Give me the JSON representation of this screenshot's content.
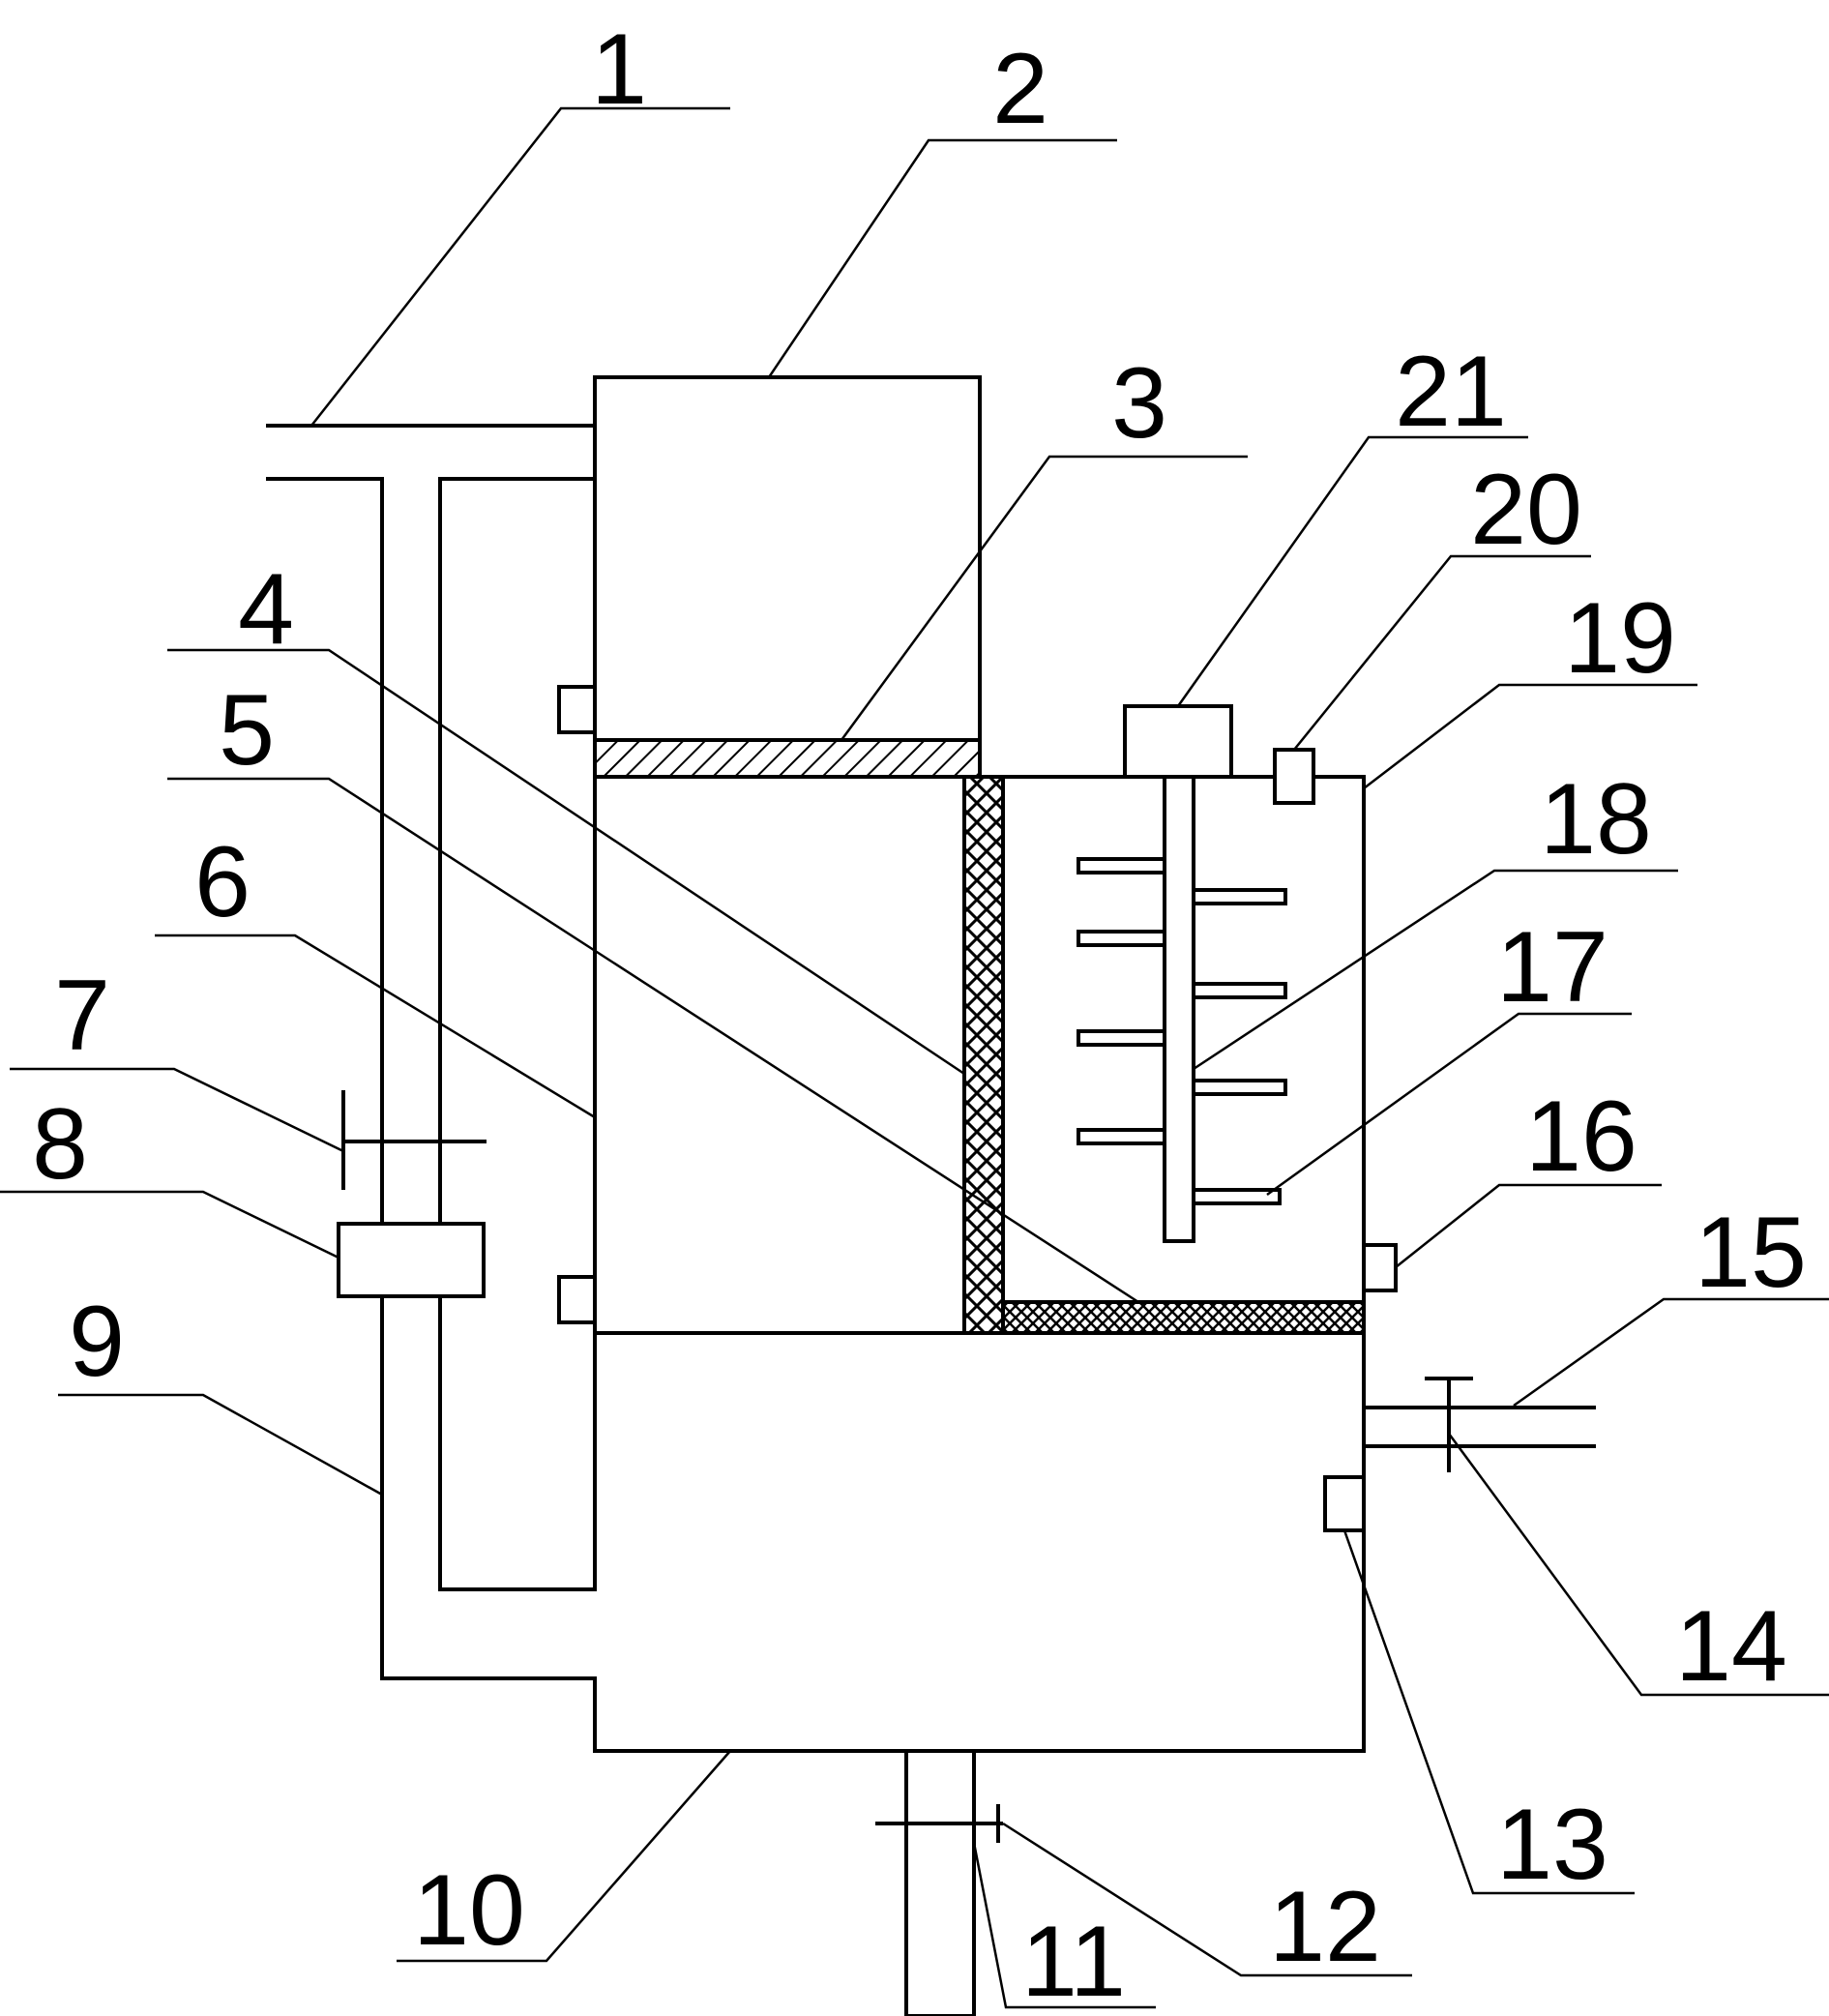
{
  "callouts": [
    {
      "number": "1",
      "part": "part-1"
    },
    {
      "number": "2",
      "part": "part-2"
    },
    {
      "number": "3",
      "part": "part-3"
    },
    {
      "number": "4",
      "part": "part-4"
    },
    {
      "number": "5",
      "part": "part-5"
    },
    {
      "number": "6",
      "part": "part-6"
    },
    {
      "number": "7",
      "part": "part-7"
    },
    {
      "number": "8",
      "part": "part-8"
    },
    {
      "number": "9",
      "part": "part-9"
    },
    {
      "number": "10",
      "part": "part-10"
    },
    {
      "number": "11",
      "part": "part-11"
    },
    {
      "number": "12",
      "part": "part-12"
    },
    {
      "number": "13",
      "part": "part-13"
    },
    {
      "number": "14",
      "part": "part-14"
    },
    {
      "number": "15",
      "part": "part-15"
    },
    {
      "number": "16",
      "part": "part-16"
    },
    {
      "number": "17",
      "part": "part-17"
    },
    {
      "number": "18",
      "part": "part-18"
    },
    {
      "number": "19",
      "part": "part-19"
    },
    {
      "number": "20",
      "part": "part-20"
    },
    {
      "number": "21",
      "part": "part-21"
    }
  ]
}
